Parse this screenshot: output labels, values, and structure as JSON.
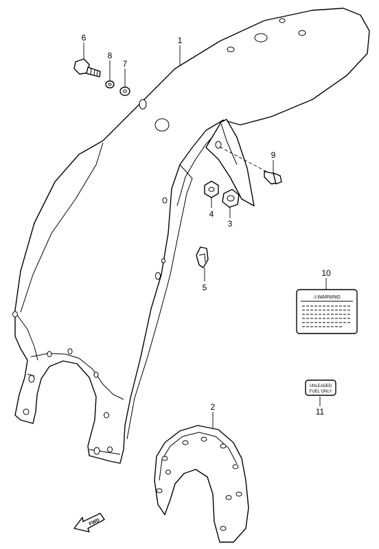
{
  "callouts": [
    {
      "id": "1",
      "label": "1"
    },
    {
      "id": "2",
      "label": "2"
    },
    {
      "id": "3",
      "label": "3"
    },
    {
      "id": "4",
      "label": "4"
    },
    {
      "id": "5",
      "label": "5"
    },
    {
      "id": "6",
      "label": "6"
    },
    {
      "id": "7",
      "label": "7"
    },
    {
      "id": "8",
      "label": "8"
    },
    {
      "id": "9",
      "label": "9"
    },
    {
      "id": "10",
      "label": "10"
    },
    {
      "id": "11",
      "label": "11"
    }
  ],
  "warning_label": {
    "heading": "⚠WARNING"
  },
  "fuel_label": {
    "line1": "UNLEADED",
    "line2": "FUEL ONLY"
  },
  "direction_arrow": {
    "text": "FWD"
  }
}
